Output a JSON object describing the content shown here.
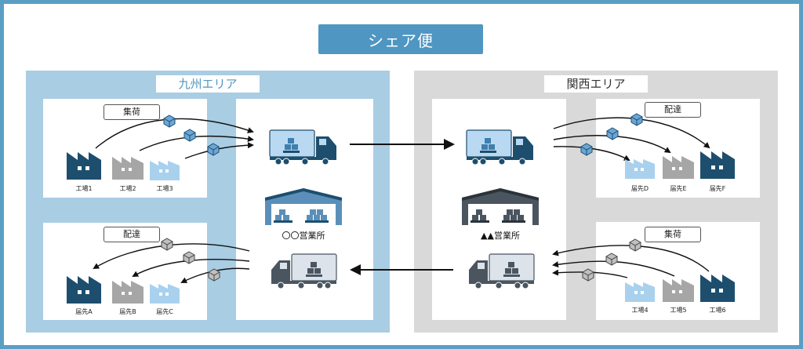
{
  "title": "シェア便",
  "regions": {
    "kyushu": {
      "label": "九州エリア",
      "collect_label": "集荷",
      "deliver_label": "配達",
      "factories": [
        "工場1",
        "工場2",
        "工場3"
      ],
      "destinations": [
        "届先A",
        "届先B",
        "届先C"
      ],
      "office": "〇〇営業所"
    },
    "kansai": {
      "label": "関西エリア",
      "deliver_label": "配達",
      "collect_label": "集荷",
      "destinations": [
        "届先D",
        "届先E",
        "届先F"
      ],
      "factories": [
        "工場4",
        "工場5",
        "工場6"
      ],
      "office": "▲▲営業所"
    }
  },
  "colors": {
    "frame": "#5a9ec5",
    "title_bg": "#4f96c2",
    "kyushu_bg": "#a9cde3",
    "kansai_bg": "#d9d9d9",
    "dark_navy": "#1d4e6e",
    "gray": "#a6a6a6",
    "light_blue": "#a9d1ee",
    "truck_cab": "#4a5560"
  }
}
